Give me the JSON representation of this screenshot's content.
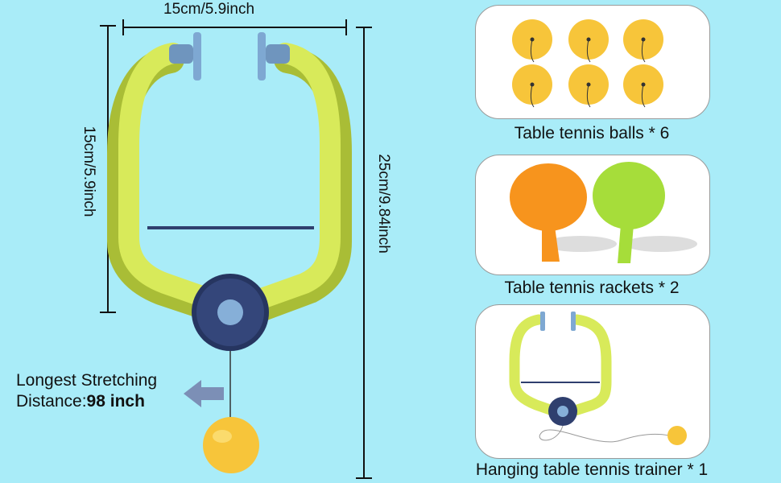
{
  "dimensions": {
    "width_label": "15cm/5.9inch",
    "height_label": "15cm/5.9inch",
    "total_height_label": "25cm/9.84inch"
  },
  "stretch": {
    "line1": "Longest Stretching",
    "line2_prefix": "Distance:",
    "line2_value": "98 inch"
  },
  "panels": [
    {
      "caption": "Table tennis balls * 6"
    },
    {
      "caption": "Table tennis rackets * 2"
    },
    {
      "caption": "Hanging table tennis trainer * 1"
    }
  ],
  "colors": {
    "background": "#a9ecf8",
    "frame": "#d8ea5a",
    "frame_shadow": "#a9bd36",
    "hub": "#2f3f6e",
    "ear_pad": "#7ea8d2",
    "ball": "#f7c53a",
    "racket_orange": "#f7941d",
    "racket_green": "#a6dd3a"
  }
}
